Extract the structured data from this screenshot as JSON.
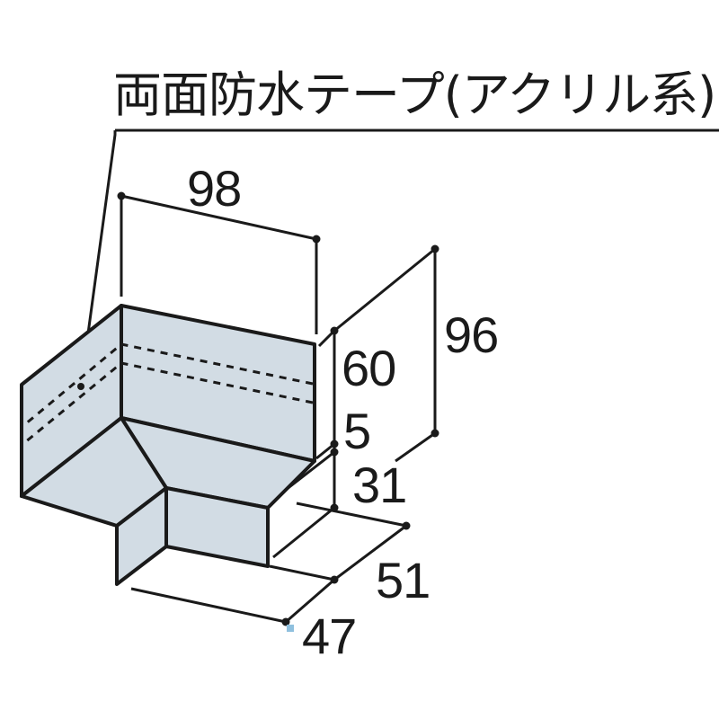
{
  "diagram": {
    "title": "両面防水テープ(アクリル系)",
    "subject": "corner fitting with double-sided waterproof tape (acrylic)",
    "panel_color": "#d2dce4",
    "line_color": "#1a1a1a",
    "dimensions": {
      "width_top": "98",
      "total_height": "96",
      "upper_height": "60",
      "gap": "5",
      "lower_depth": "31",
      "bottom_depth_right": "51",
      "bottom_width": "47"
    }
  }
}
